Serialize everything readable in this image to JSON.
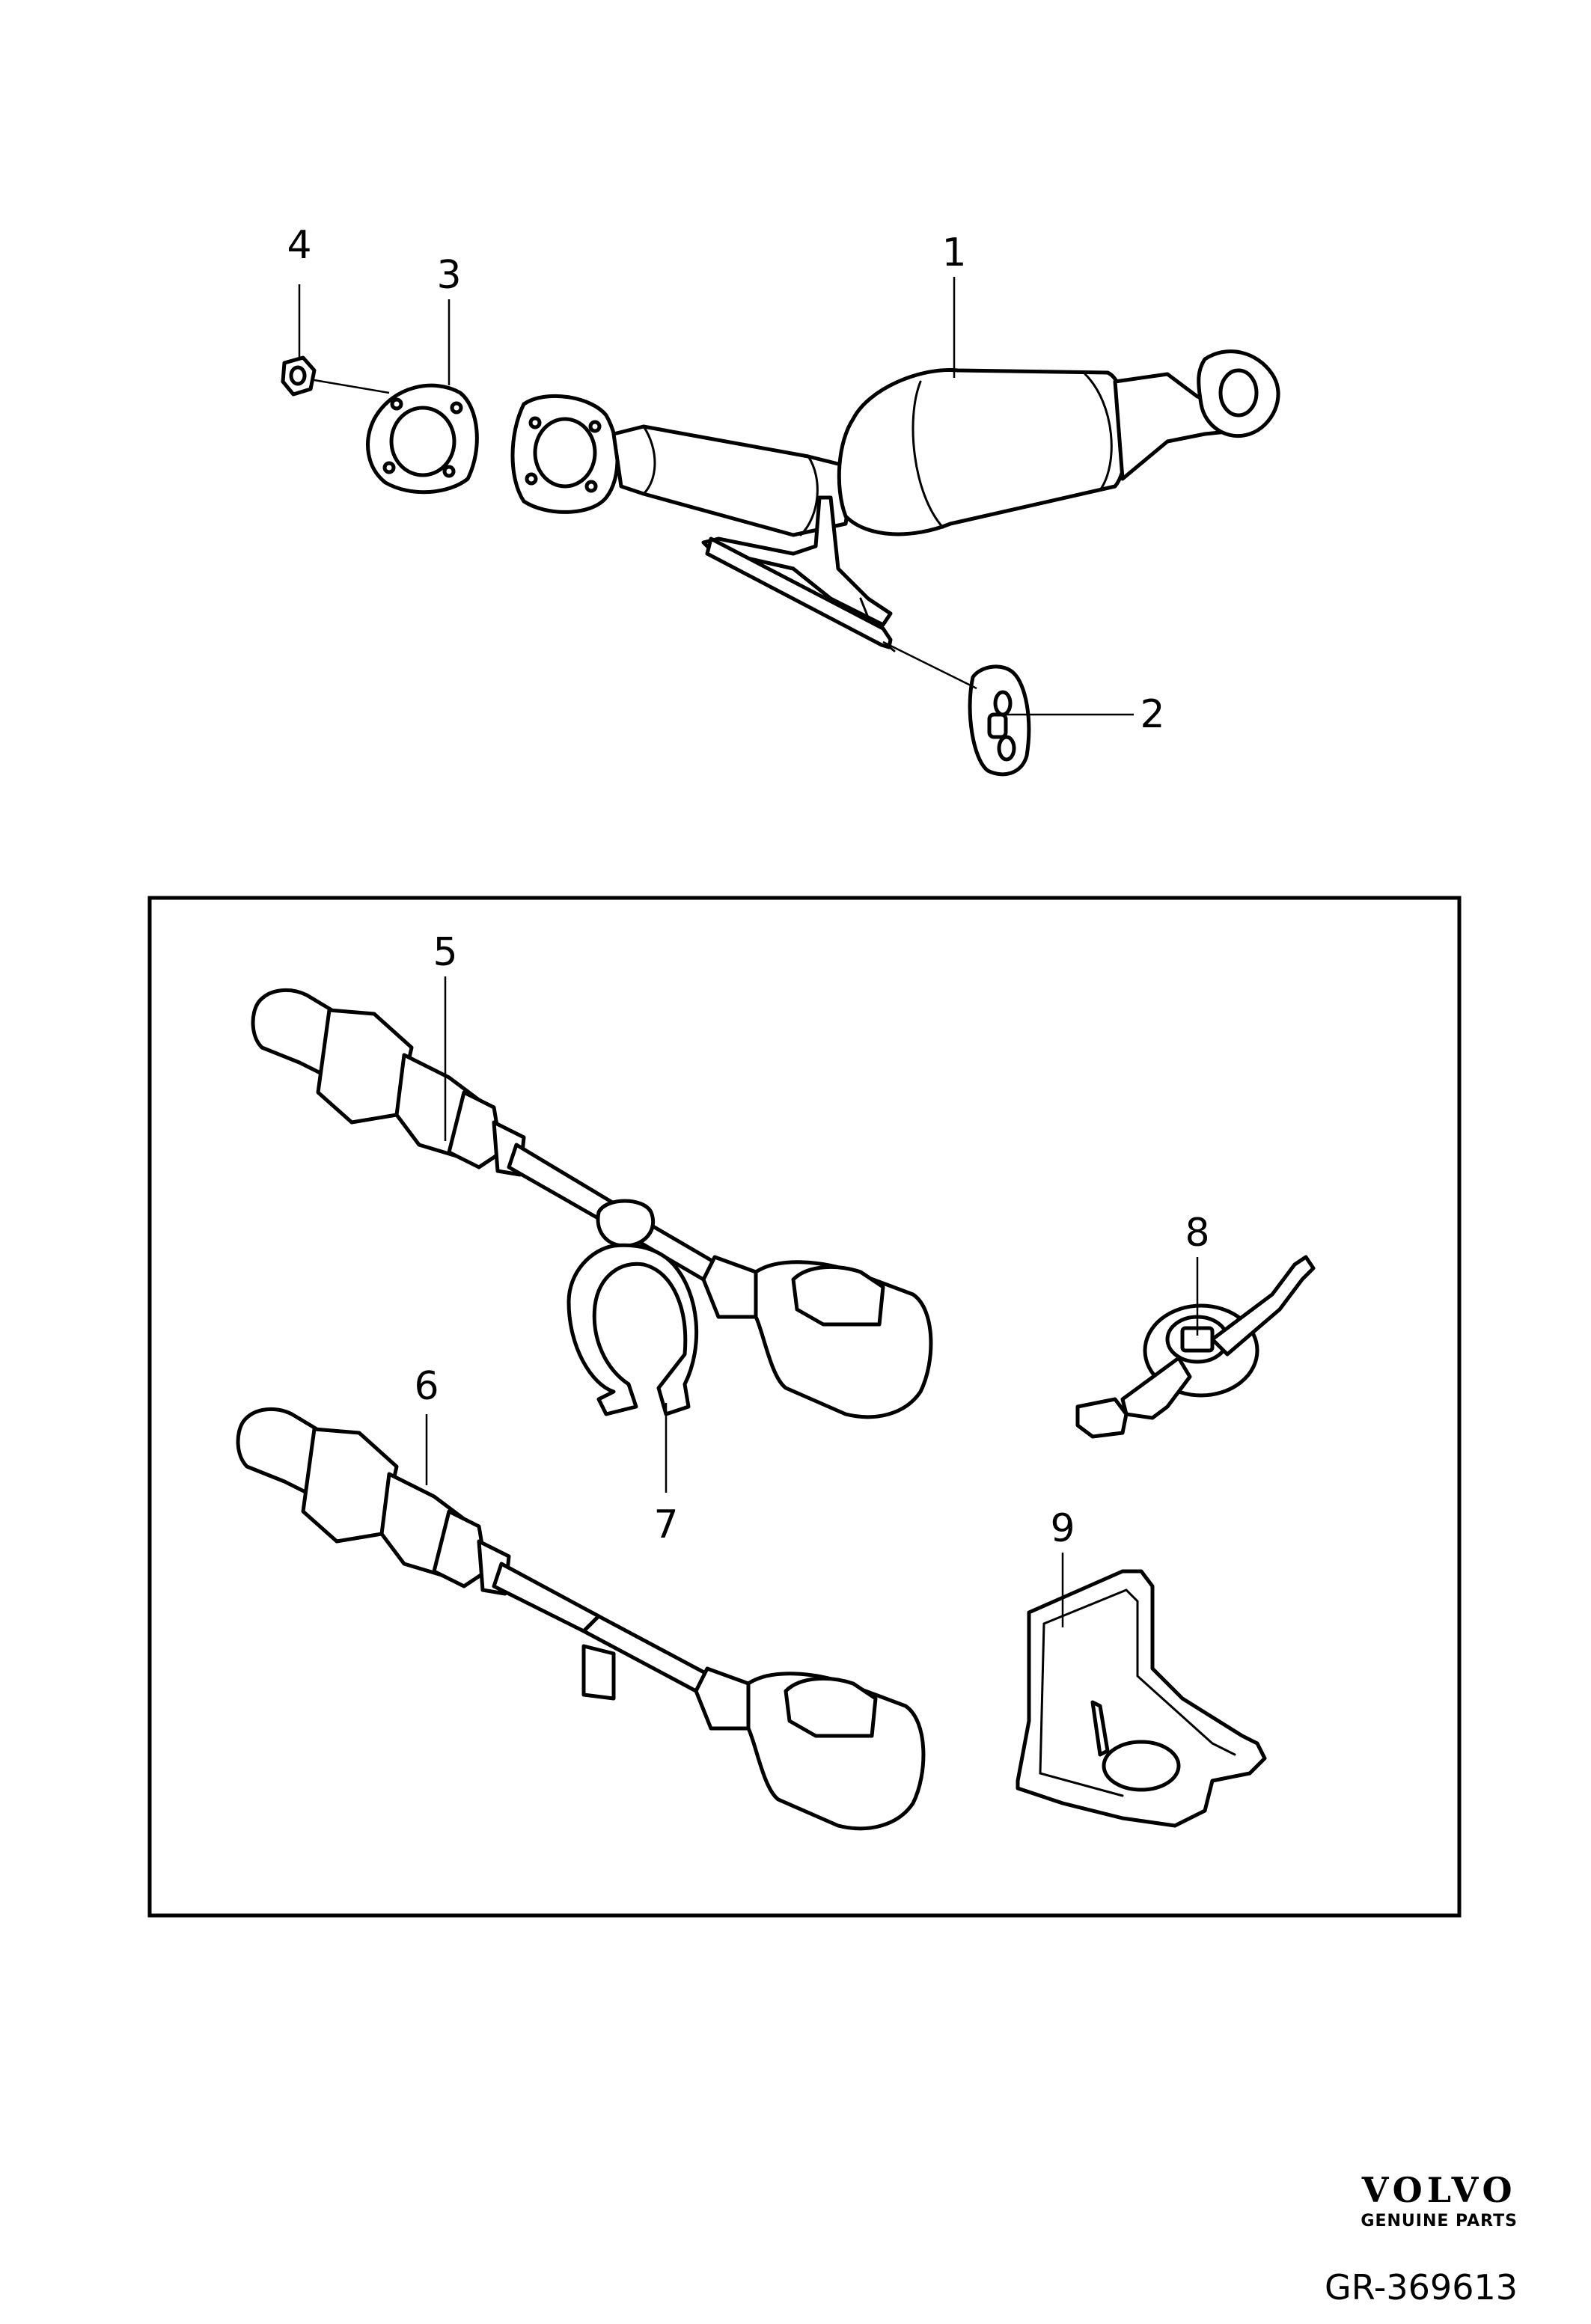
{
  "callouts": {
    "c1": "1",
    "c2": "2",
    "c3": "3",
    "c4": "4",
    "c5": "5",
    "c6": "6",
    "c7": "7",
    "c8": "8",
    "c9": "9"
  },
  "brand": {
    "logo": "VOLVO",
    "tagline": "GENUINE PARTS"
  },
  "reference": "GR-369613",
  "colors": {
    "line": "#000000",
    "background": "#ffffff"
  }
}
